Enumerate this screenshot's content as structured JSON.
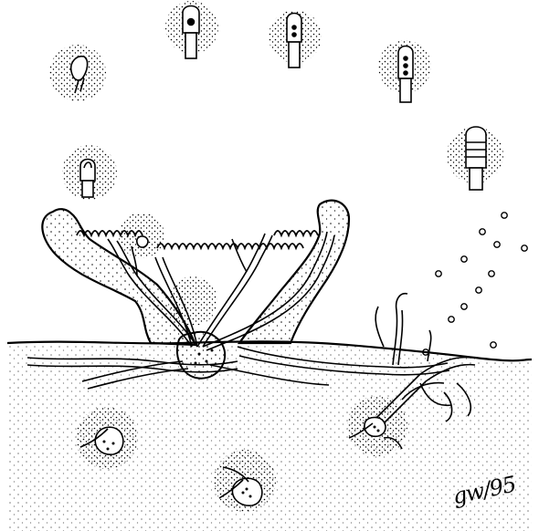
{
  "signature": {
    "text": "gw/95"
  },
  "colors": {
    "ink": "#000000",
    "paper": "#ffffff",
    "stipple": "#000000"
  },
  "elements": {
    "inset_count": 8,
    "spore_count": 12
  }
}
